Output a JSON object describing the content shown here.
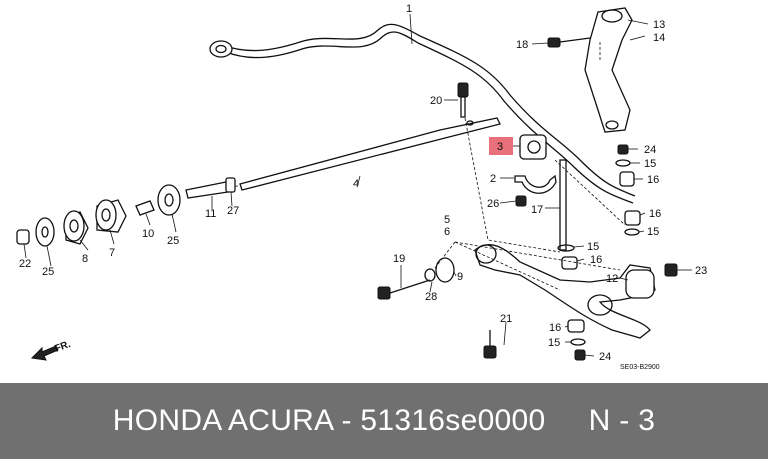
{
  "diagram": {
    "part_numbers": {
      "p1": "1",
      "p2": "2",
      "p3": "3",
      "p4": "4",
      "p5": "5",
      "p6": "6",
      "p7": "7",
      "p8": "8",
      "p9": "9",
      "p10": "10",
      "p11": "11",
      "p12": "12",
      "p13": "13",
      "p14": "14",
      "p15a": "15",
      "p15b": "15",
      "p15c": "15",
      "p15d": "15",
      "p16a": "16",
      "p16b": "16",
      "p16c": "16",
      "p16d": "16",
      "p17": "17",
      "p18": "18",
      "p19": "19",
      "p20": "20",
      "p21": "21",
      "p22": "22",
      "p23": "23",
      "p24a": "24",
      "p24b": "24",
      "p25a": "25",
      "p25b": "25",
      "p26": "26",
      "p27": "27",
      "p28": "28"
    },
    "front_label": "FR.",
    "code": "SE03-B2900",
    "highlight_color": "#e8707a"
  },
  "footer": {
    "text": "HONDA ACURA - 51316se0000     N - 3"
  }
}
